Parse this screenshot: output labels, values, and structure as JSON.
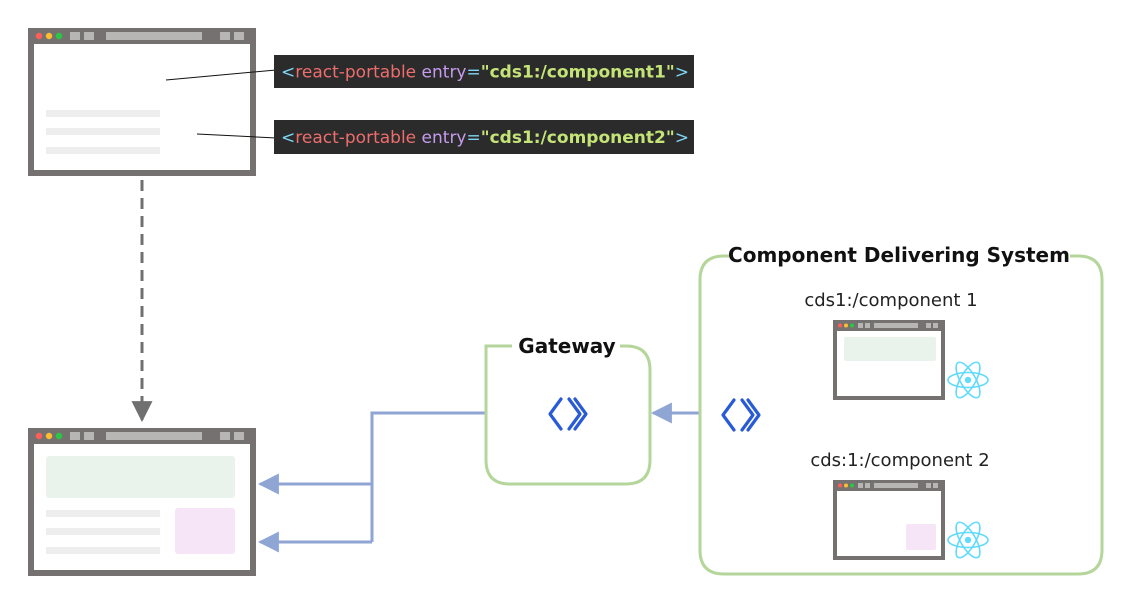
{
  "snippets": [
    {
      "open": "<",
      "tag": "react-portable",
      "attr": "entry",
      "eq": "=",
      "value": "\"cds1:/component1\"",
      "close": ">"
    },
    {
      "open": "<",
      "tag": "react-portable",
      "attr": "entry",
      "eq": "=",
      "value": "\"cds1:/component2\"",
      "close": ">"
    }
  ],
  "gateway": {
    "title": "Gateway",
    "icon": "gateway-chevrons-icon"
  },
  "cds": {
    "title": "Component Delivering System",
    "icon": "gateway-chevrons-icon",
    "components": [
      {
        "label": "cds1:/component 1",
        "icon": "react-atom-icon"
      },
      {
        "label": "cds:1:/component 2",
        "icon": "react-atom-icon"
      }
    ]
  },
  "colors": {
    "browser_frame": "#767171",
    "code_bg": "#2b2b2b",
    "code_bracket": "#7fd6f5",
    "code_tag": "#ee6d6d",
    "code_attr": "#c79bef",
    "code_value": "#c5e478",
    "container_border": "#b4d69a",
    "arrow_blue": "#8fa6d4",
    "dashed_arrow": "#707070",
    "placeholder_green": "#e9f3ec",
    "placeholder_pink": "#f6e5f6",
    "placeholder_gray": "#eeeeee",
    "react_blue": "#61dafb",
    "chevron_blue": "#2a5bd7"
  }
}
